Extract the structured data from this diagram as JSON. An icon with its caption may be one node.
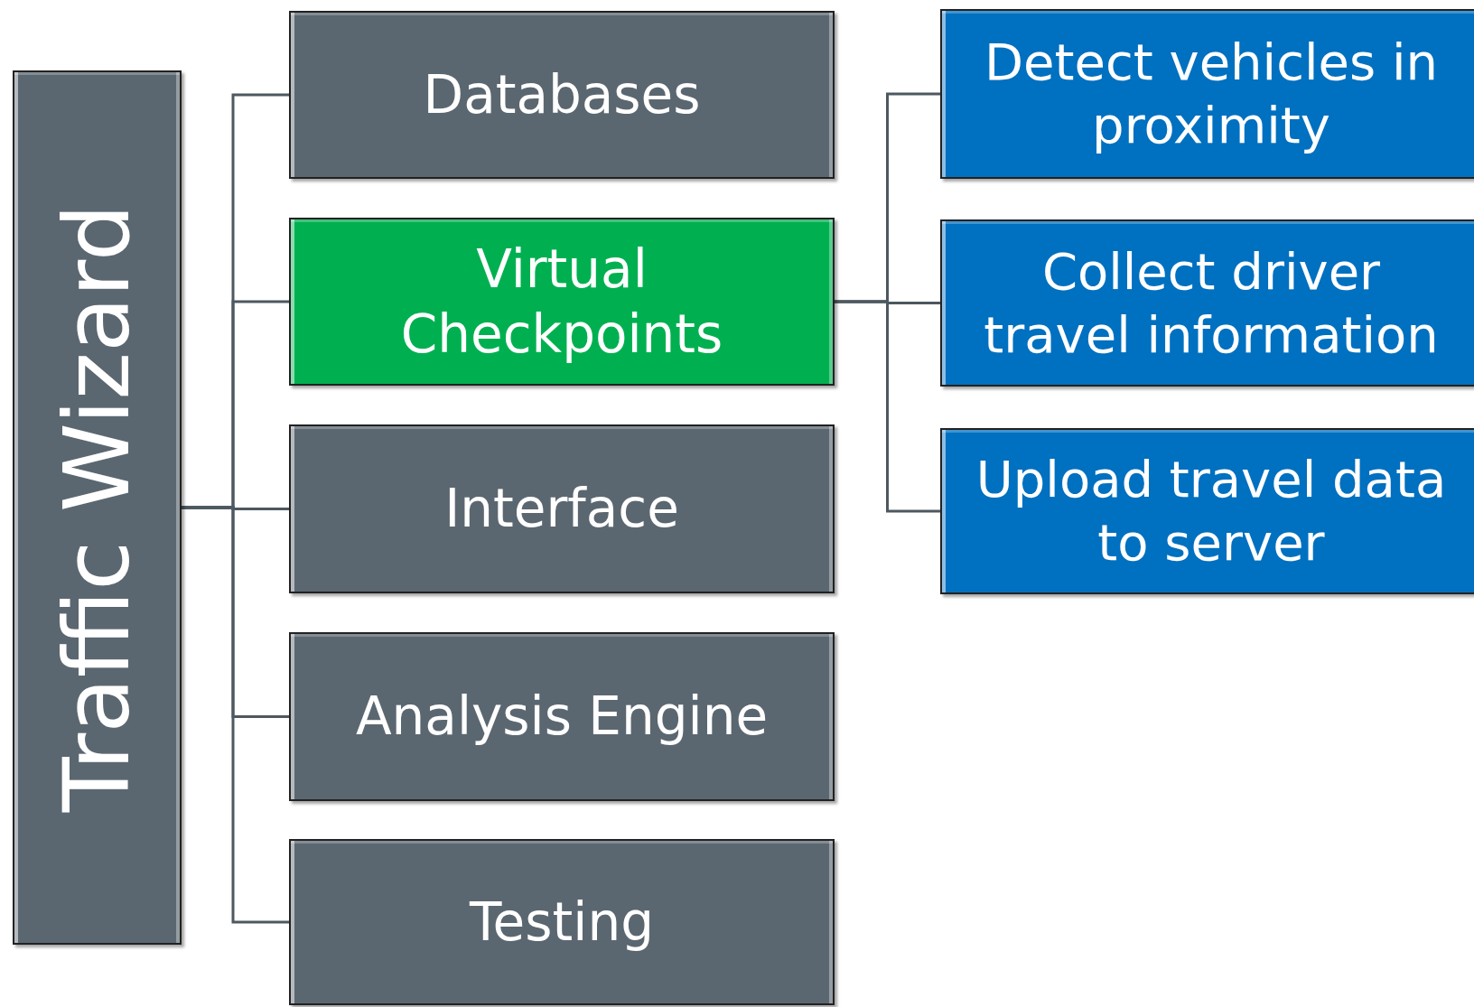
{
  "diagram": {
    "nodes": [
      {
        "text": [
          "Traffic Wizard"
        ]
      },
      {
        "text": [
          "Databases"
        ]
      },
      {
        "text": [
          "Virtual Checkpoints"
        ]
      },
      {
        "text": [
          "Interface"
        ]
      },
      {
        "text": [
          "Analysis Engine"
        ]
      },
      {
        "text": [
          "Testing"
        ]
      },
      {
        "text": [
          "Detect vehicles in proximity"
        ]
      },
      {
        "text": [
          "Collect driver travel information"
        ]
      },
      {
        "text": [
          "Upload travel data to server"
        ]
      }
    ],
    "edges": [
      {
        "from": 0,
        "to": 1,
        "arrow": "none"
      },
      {
        "from": 0,
        "to": 2,
        "arrow": "none"
      },
      {
        "from": 0,
        "to": 3,
        "arrow": "none"
      },
      {
        "from": 0,
        "to": 4,
        "arrow": "none"
      },
      {
        "from": 0,
        "to": 5,
        "arrow": "none"
      },
      {
        "from": 2,
        "to": 6,
        "arrow": "none"
      },
      {
        "from": 2,
        "to": 7,
        "arrow": "none"
      },
      {
        "from": 2,
        "to": 8,
        "arrow": "none"
      }
    ]
  }
}
